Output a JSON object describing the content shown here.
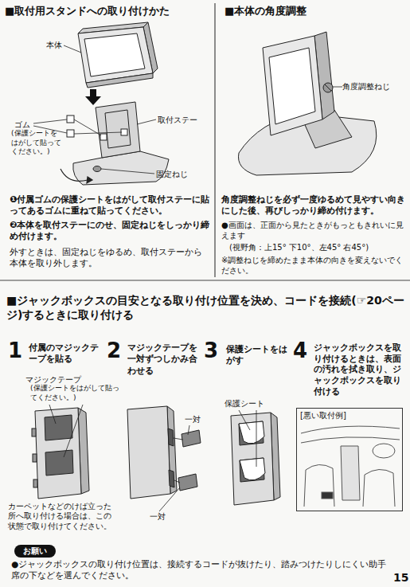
{
  "diagram": {
    "nodes": [
      {
        "text": [
          "[悪い取付例]"
        ]
      },
      {
        "text": [
          "お願い"
        ]
      }
    ],
    "labels": [
      "■取付用スタンドへの取り付けかた",
      "本体",
      "ゴム",
      "(保護シートをはがして貼ってください。)",
      "取付ステー",
      "固定ねじ",
      "❶付属ゴムの保護シートをはがして取付ステーに貼ってあるゴムに重ねて貼ってください。",
      "❷本体を取付ステーにのせ、固定ねじをしっかり締め付けます。",
      "外すときは、固定ねじをゆるめ、取付ステーから本体を取り外します。",
      "■本体の角度調整",
      "角度調整ねじ",
      "角度調整ねじを必ず一度ゆるめて見やすい向きにした後、再びしっかり締め付けます。",
      "●画面は、正面から見たときがもっともきれいに見えます",
      "(視野角：上15° 下10°、左45° 右45°)",
      "※調整ねじを締めたまま本体の向きを変えないでください。",
      "■ジャックボックスの目安となる取り付け位置を決め、コードを接続(☞20ページ)するときに取り付ける",
      "1",
      "付属のマジックテープを貼る",
      "2",
      "マジックテープを一対ずつしかみ合わせる",
      "3",
      "保護シートをはがす",
      "4",
      "ジャックボックスを取り付けるときは、表面の汚れを拭き取り、ジャックボックスを取り付ける",
      "マジックテープ",
      "(保護シートをはがして貼ってください。)",
      "一対",
      "一対",
      "保護シート",
      "カーペットなどのけば立った所へ取り付ける場合は、この状態で取り付けてください。",
      "●ジャックボックスの取り付け位置は、接続するコードが抜けたり、踏みつけたりしにくい助手席の下などを選んでください。",
      "15"
    ]
  }
}
